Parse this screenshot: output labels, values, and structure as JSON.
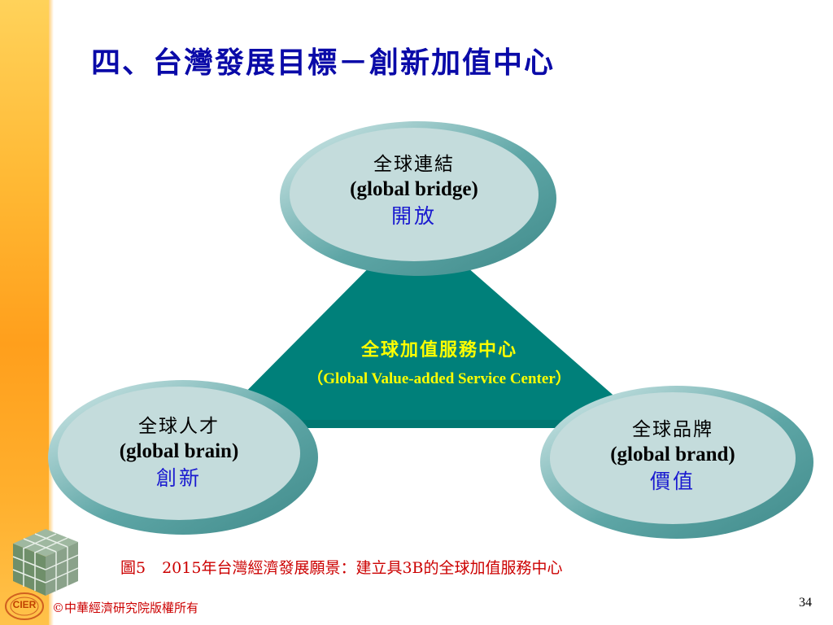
{
  "slide": {
    "title": "四、台灣發展目標－創新加值中心",
    "page_number": "34"
  },
  "diagram": {
    "center": {
      "label_zh": "全球加值服務中心",
      "label_en": "（Global Value-added Service Center）"
    },
    "nodes": [
      {
        "id": "bridge",
        "zh": "全球連結",
        "en": "(global bridge)",
        "tag": "開放"
      },
      {
        "id": "brain",
        "zh": "全球人才",
        "en": "(global brain)",
        "tag": "創新"
      },
      {
        "id": "brand",
        "zh": "全球品牌",
        "en": "(global brand)",
        "tag": "價值"
      }
    ],
    "colors": {
      "triangle": "#00807a",
      "ellipse_fill": "#c4dcdc",
      "ellipse_ring": "#5fa7a7",
      "center_text": "#ffff00",
      "tag_text": "#1a1ad0"
    }
  },
  "caption": {
    "figure_label": "圖5",
    "text": "2015年台灣經濟發展願景：建立具3B的全球加值服務中心"
  },
  "footer": {
    "copyright": "©中華經濟研究院版權所有",
    "logo_text": "CIER"
  }
}
